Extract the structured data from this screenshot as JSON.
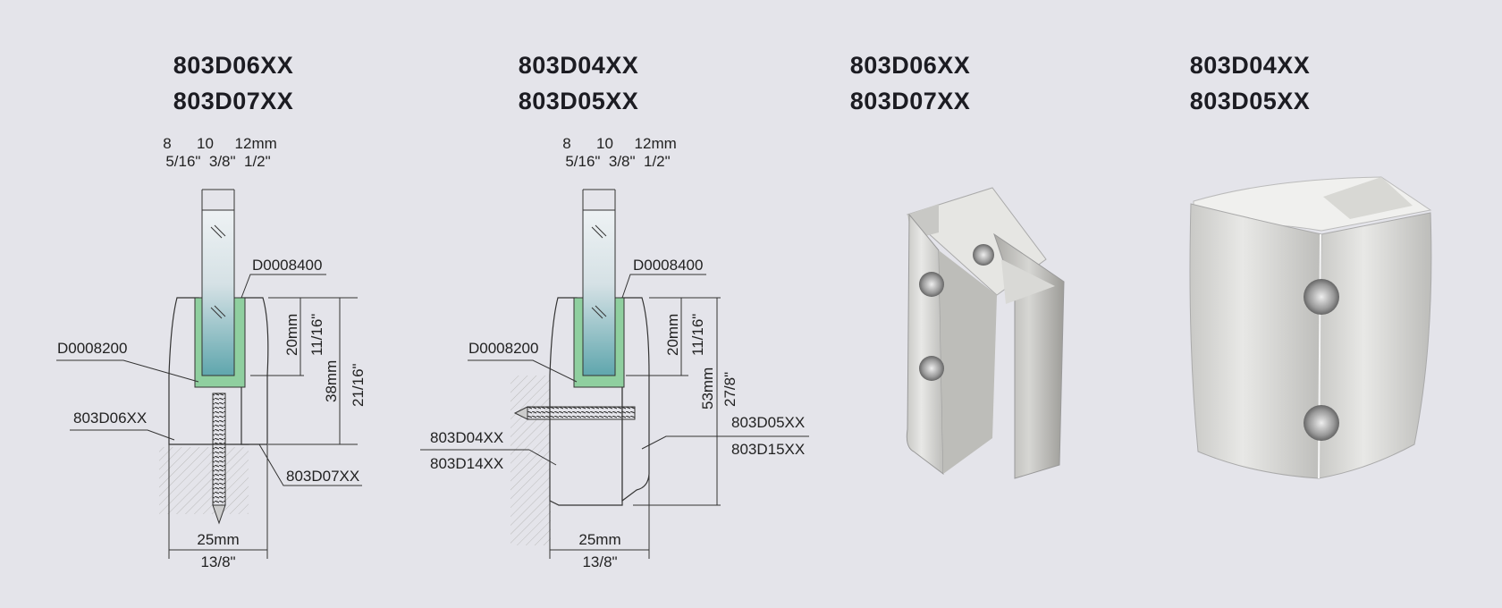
{
  "colors": {
    "background": "#e4e4ea",
    "gasket": "#8fcf9f",
    "glass_top": "#e6ecef",
    "glass_bottom": "#5fa6ad",
    "aluminium": "#d8d8d6"
  },
  "columns": [
    {
      "model_a": "803D06XX",
      "model_b": "803D07XX"
    },
    {
      "model_a": "803D04XX",
      "model_b": "803D05XX"
    },
    {
      "model_a": "803D06XX",
      "model_b": "803D07XX"
    },
    {
      "model_a": "803D04XX",
      "model_b": "803D05XX"
    }
  ],
  "drawing_left": {
    "glass_mm": "8      10     12mm",
    "glass_in": "5/16\"  3/8\"  1/2\"",
    "gasket_label": "D0008400",
    "base_gasket_label": "D0008200",
    "part_left_label": "803D06XX",
    "part_right_label": "803D07XX",
    "depth_mm": "20mm",
    "depth_in": "11/16\"",
    "height_mm": "38mm",
    "height_in": "21/16\"",
    "width_mm": "25mm",
    "width_in": "13/8\""
  },
  "drawing_right": {
    "glass_mm": "8      10     12mm",
    "glass_in": "5/16\"  3/8\"  1/2\"",
    "gasket_label": "D0008400",
    "base_gasket_label": "D0008200",
    "part_left_label_a": "803D04XX",
    "part_left_label_b": "803D14XX",
    "part_right_label_a": "803D05XX",
    "part_right_label_b": "803D15XX",
    "depth_mm": "20mm",
    "depth_in": "11/16\"",
    "height_mm": "53mm",
    "height_in": "27/8\"",
    "width_mm": "25mm",
    "width_in": "13/8\""
  }
}
